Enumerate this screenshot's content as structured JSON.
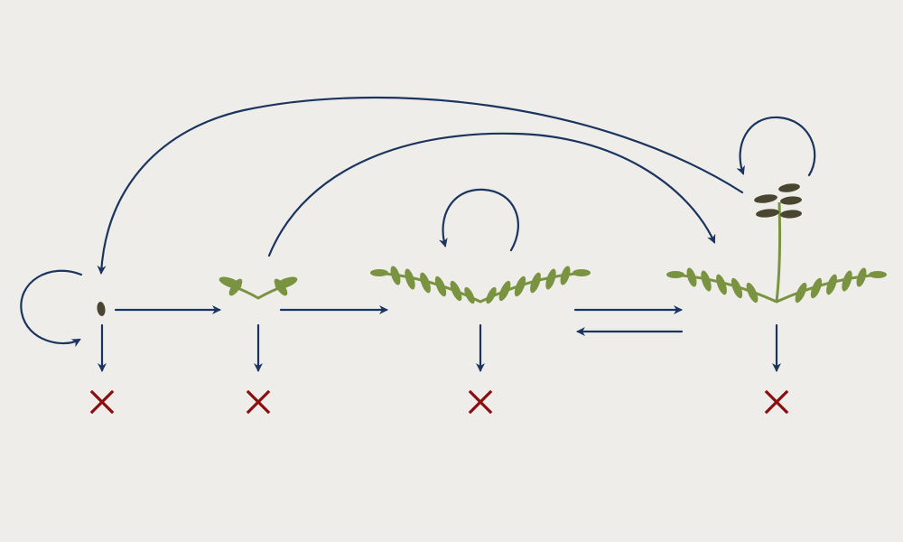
{
  "colors": {
    "background": "#eeedea",
    "arrow": "#1b355e",
    "death": "#8b0e0e",
    "leaf": "#7a9340",
    "seed": "#4a4530"
  },
  "diagram": {
    "stages": [
      {
        "id": "seed",
        "icon": "seed-icon"
      },
      {
        "id": "seedling",
        "icon": "seedling-icon"
      },
      {
        "id": "juvenile",
        "icon": "juvenile-fern-icon"
      },
      {
        "id": "adult",
        "icon": "fertile-fern-icon"
      }
    ],
    "transitions": [
      {
        "from": "seed",
        "to": "seed",
        "kind": "stasis"
      },
      {
        "from": "seed",
        "to": "seedling",
        "kind": "growth"
      },
      {
        "from": "seedling",
        "to": "juvenile",
        "kind": "growth"
      },
      {
        "from": "juvenile",
        "to": "juvenile",
        "kind": "stasis"
      },
      {
        "from": "juvenile",
        "to": "adult",
        "kind": "growth"
      },
      {
        "from": "adult",
        "to": "juvenile",
        "kind": "regression"
      },
      {
        "from": "adult",
        "to": "adult",
        "kind": "stasis"
      },
      {
        "from": "adult",
        "to": "seed",
        "kind": "reproduction"
      },
      {
        "from": "seedling",
        "to": "adult",
        "kind": "growth"
      }
    ],
    "mortality": [
      "seed",
      "seedling",
      "juvenile",
      "adult"
    ]
  }
}
